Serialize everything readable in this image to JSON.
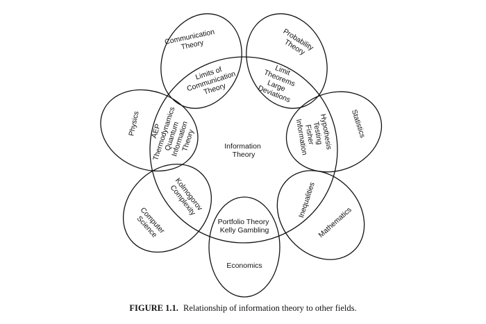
{
  "center": {
    "label": [
      "Information",
      "Theory"
    ]
  },
  "fields": [
    {
      "name": "communication-theory",
      "label": [
        "Communication",
        "Theory"
      ],
      "overlap": [
        "Limits of",
        "Communication",
        "Theory"
      ]
    },
    {
      "name": "probability-theory",
      "label": [
        "Probability",
        "Theory"
      ],
      "overlap": [
        "Limit",
        "Theorems",
        "Large",
        "Deviations"
      ]
    },
    {
      "name": "statistics",
      "label": [
        "Statistics"
      ],
      "overlap": [
        "Hypothesis",
        "Testing",
        "Fisher",
        "Information"
      ]
    },
    {
      "name": "mathematics",
      "label": [
        "Mathematics"
      ],
      "overlap": [
        "Inequalities"
      ]
    },
    {
      "name": "economics",
      "label": [
        "Economics"
      ],
      "overlap": [
        "Portfolio Theory",
        "Kelly Gambling"
      ]
    },
    {
      "name": "computer-science",
      "label": [
        "Computer",
        "Science"
      ],
      "overlap": [
        "Kolmogorov",
        "Complexity"
      ]
    },
    {
      "name": "physics",
      "label": [
        "Physics"
      ],
      "overlap": [
        "AEP",
        "Thermodynamics",
        "Quantum",
        "Information",
        "Theory"
      ]
    }
  ],
  "caption": {
    "label": "FIGURE 1.1.",
    "text": "Relationship of information theory to other fields."
  }
}
